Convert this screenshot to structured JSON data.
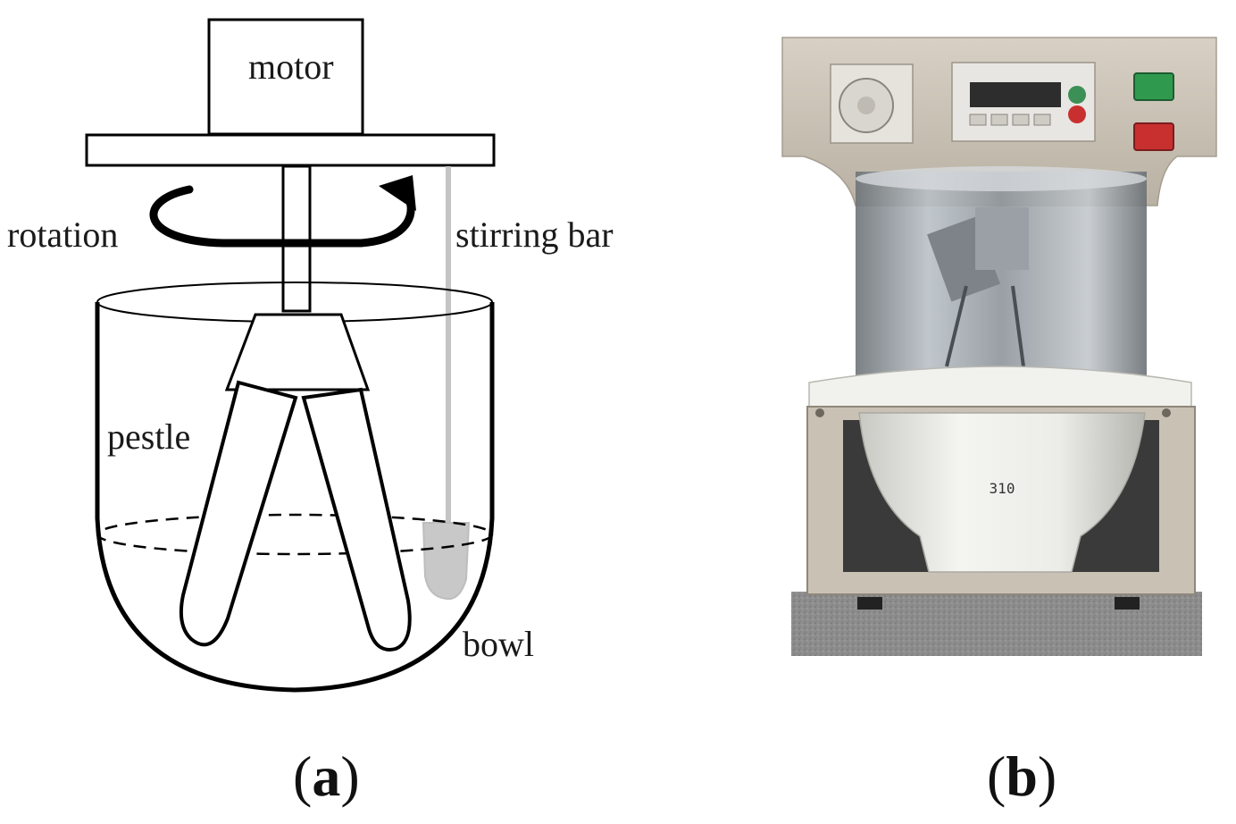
{
  "diagram": {
    "labels": {
      "motor": "motor",
      "rotation": "rotation",
      "stirring_bar": "stirring bar",
      "pestle": "pestle",
      "bowl": "bowl"
    },
    "panel_a": {
      "open": "(",
      "letter": "a",
      "close": ")"
    }
  },
  "photo": {
    "bowl_number": "310",
    "panel_b": {
      "open": "(",
      "letter": "b",
      "close": ")"
    },
    "colors": {
      "housing": "#c9c1b4",
      "green_button": "#2f9a4e",
      "red_button": "#c8302f",
      "bowl": "#eeeeea",
      "base": "#8f8f8f"
    }
  }
}
